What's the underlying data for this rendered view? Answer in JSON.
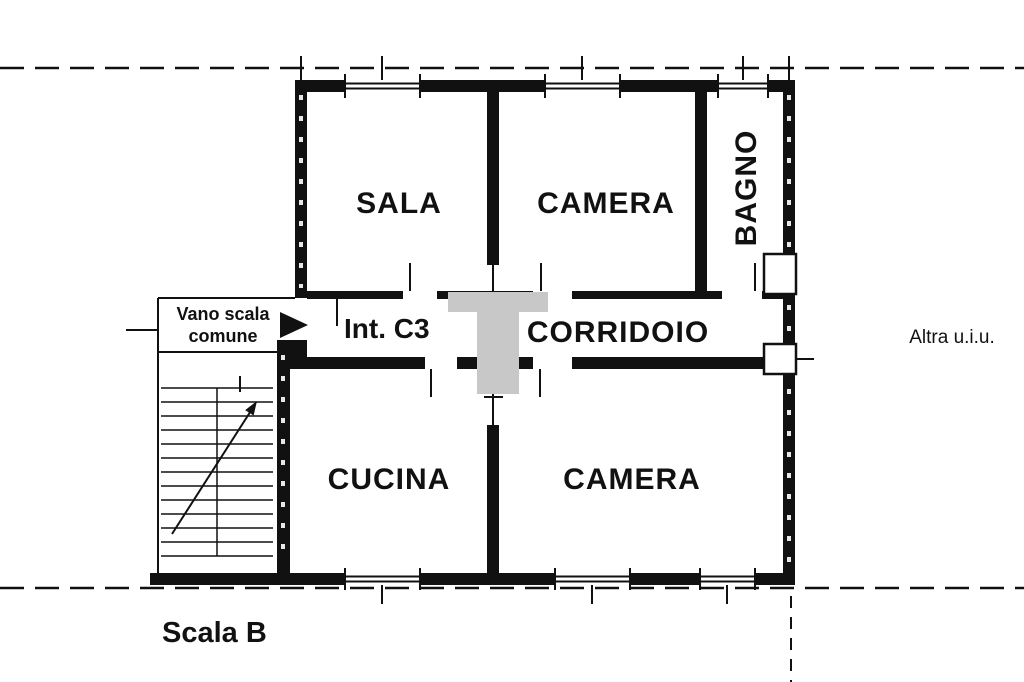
{
  "plan": {
    "rooms": {
      "sala": "SALA",
      "camera_top": "CAMERA",
      "bagno": "BAGNO",
      "corridoio": "CORRIDOIO",
      "cucina": "CUCINA",
      "camera_bottom": "CAMERA"
    },
    "annotations": {
      "vano_scala_line1": "Vano scala",
      "vano_scala_line2": "comune",
      "unit": "Int. C3",
      "adjacent_unit": "Altra u.i.u.",
      "staircase": "Scala B"
    },
    "colors": {
      "ink": "#111111",
      "paper": "#ffffff",
      "watermark": "#c8c8c8"
    }
  }
}
